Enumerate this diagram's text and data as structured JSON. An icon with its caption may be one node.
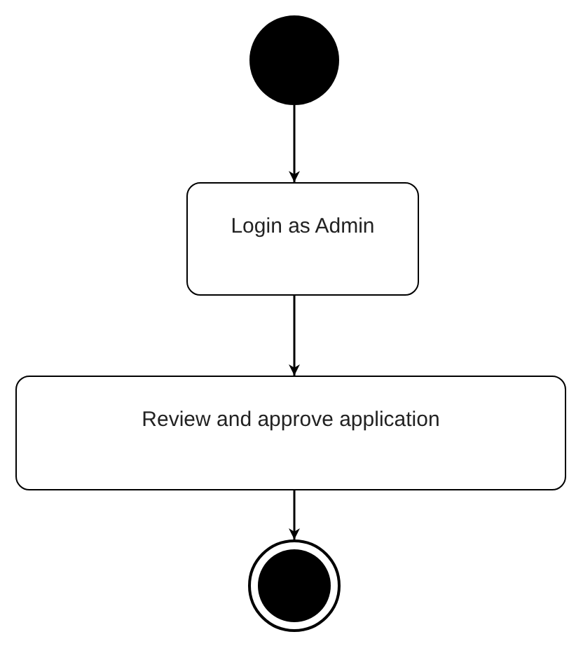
{
  "diagram": {
    "nodes": [
      {
        "text": [],
        "shape": "circle"
      },
      {
        "text": [
          "Login as Admin"
        ]
      },
      {
        "text": [
          "Review and approve application"
        ]
      },
      {
        "text": [],
        "shape": "circle"
      }
    ],
    "edges": [
      {
        "from": 0,
        "to": 1,
        "arrow": "to"
      },
      {
        "from": 1,
        "to": 2,
        "arrow": "to"
      },
      {
        "from": 2,
        "to": 3,
        "arrow": "to"
      }
    ]
  }
}
